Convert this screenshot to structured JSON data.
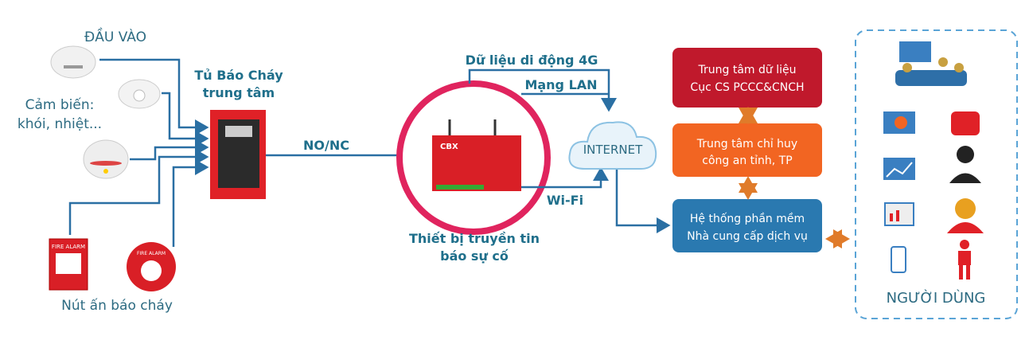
{
  "inputs": {
    "title": "ĐẦU VÀO",
    "sensor_label_1": "Cảm biến:",
    "sensor_label_2": "khói, nhiệt...",
    "button_label": "Nút ấn báo cháy",
    "call_point_text": "FIRE ALARM",
    "bell_text": "FIRE ALARM"
  },
  "panel": {
    "title_1": "Tủ Báo Cháy",
    "title_2": "trung tâm"
  },
  "link_nonc": "NO/NC",
  "device": {
    "label_1": "Thiết bị truyền tin",
    "label_2": "báo sự cố",
    "brand": "CBX"
  },
  "links": {
    "mobile": "Dữ liệu di động 4G",
    "lan": "Mạng LAN",
    "wifi": "Wi-Fi"
  },
  "internet": "INTERNET",
  "centers": [
    {
      "line1": "Trung tâm dữ liệu",
      "line2": "Cục CS PCCC&CNCH",
      "color": "#c0192c"
    },
    {
      "line1": "Trung tâm chỉ huy",
      "line2": "công an tỉnh, TP",
      "color": "#f26522"
    },
    {
      "line1": "Hệ thống phần mềm",
      "line2": "Nhà cung cấp dịch vụ",
      "color": "#2a79b0"
    }
  ],
  "users": {
    "label": "NGƯỜI DÙNG"
  },
  "colors": {
    "wire": "#2a6fa3",
    "ring": "#e0245e",
    "arrow": "#e07b2a",
    "dashed": "#5aa4d6"
  }
}
